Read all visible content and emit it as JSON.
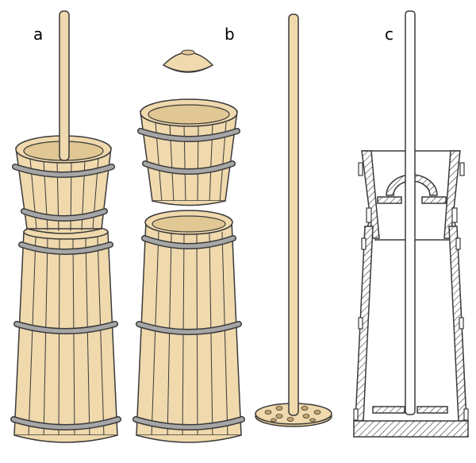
{
  "labels": {
    "a": "a",
    "b": "b",
    "c": "c"
  },
  "colors": {
    "wood": "#efd9ad",
    "wood_light": "#f4e4c4",
    "wood_dark": "#e0c793",
    "outline": "#3a3a3a",
    "band": "#a6a6a6",
    "background": "#ffffff"
  }
}
